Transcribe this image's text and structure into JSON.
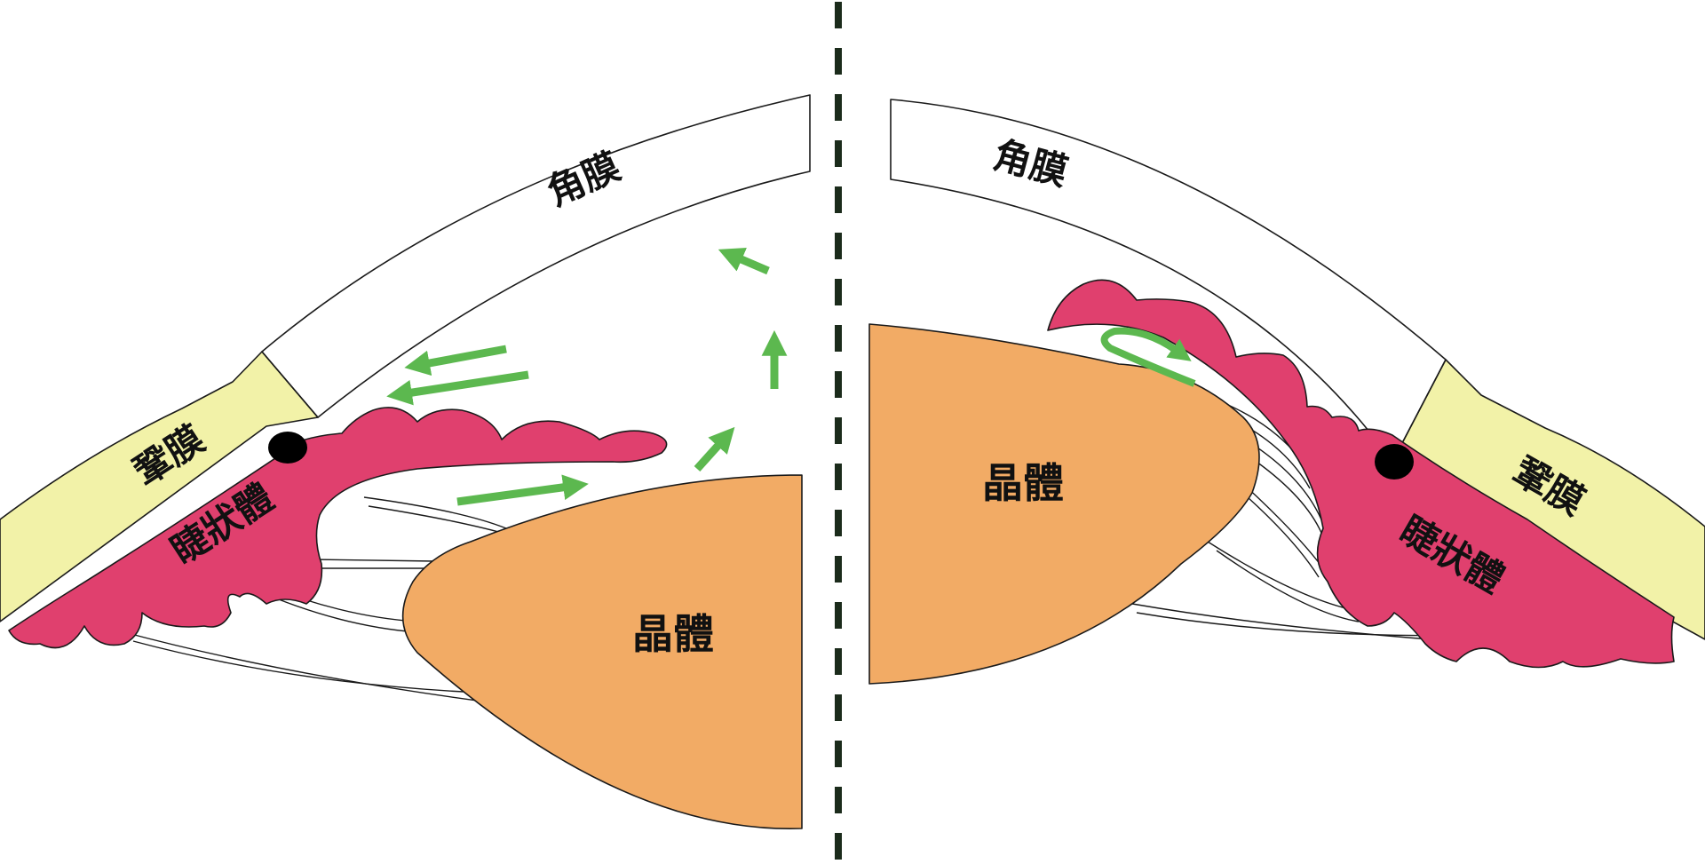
{
  "colors": {
    "lens": "#f2ab65",
    "ciliary_body": "#e0406e",
    "sclera": "#f2f2a8",
    "cornea": "#ffffff",
    "arrow": "#5cb84f",
    "outline": "#1a1a1a",
    "divider": "#1b2b1b"
  },
  "left_panel": {
    "cornea_label": "角膜",
    "sclera_label": "鞏膜",
    "ciliary_label": "睫狀體",
    "lens_label": "晶體"
  },
  "right_panel": {
    "cornea_label": "角膜",
    "sclera_label": "鞏膜",
    "ciliary_label": "睫狀體",
    "lens_label": "晶體"
  }
}
